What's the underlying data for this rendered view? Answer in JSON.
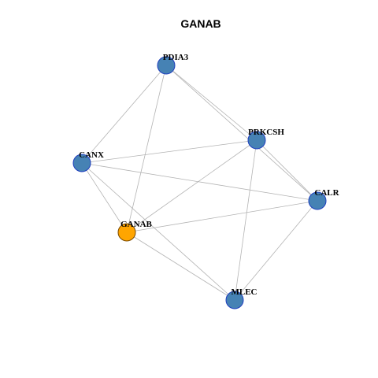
{
  "title": "GANAB",
  "colors": {
    "edge": "#b3b3b3",
    "node_fill": "#4682b4",
    "node_stroke": "#1f3fbf",
    "query_fill": "#ffa500",
    "query_stroke": "#7a4a00",
    "label": "#000000"
  },
  "nodes": [
    {
      "id": "PDIA3",
      "label": "PDIA3",
      "query": false
    },
    {
      "id": "PRKCSH",
      "label": "PRKCSH",
      "query": false
    },
    {
      "id": "CANX",
      "label": "CANX",
      "query": false
    },
    {
      "id": "CALR",
      "label": "CALR",
      "query": false
    },
    {
      "id": "GANAB",
      "label": "GANAB",
      "query": true
    },
    {
      "id": "MLEC",
      "label": "MLEC",
      "query": false
    }
  ],
  "edges": [
    [
      "PDIA3",
      "CANX"
    ],
    [
      "PDIA3",
      "GANAB"
    ],
    [
      "PDIA3",
      "PRKCSH"
    ],
    [
      "PDIA3",
      "CALR"
    ],
    [
      "CANX",
      "PRKCSH"
    ],
    [
      "CANX",
      "CALR"
    ],
    [
      "CANX",
      "GANAB"
    ],
    [
      "CANX",
      "MLEC"
    ],
    [
      "PRKCSH",
      "GANAB"
    ],
    [
      "PRKCSH",
      "CALR"
    ],
    [
      "PRKCSH",
      "MLEC"
    ],
    [
      "GANAB",
      "CALR"
    ],
    [
      "GANAB",
      "MLEC"
    ],
    [
      "CALR",
      "MLEC"
    ]
  ]
}
